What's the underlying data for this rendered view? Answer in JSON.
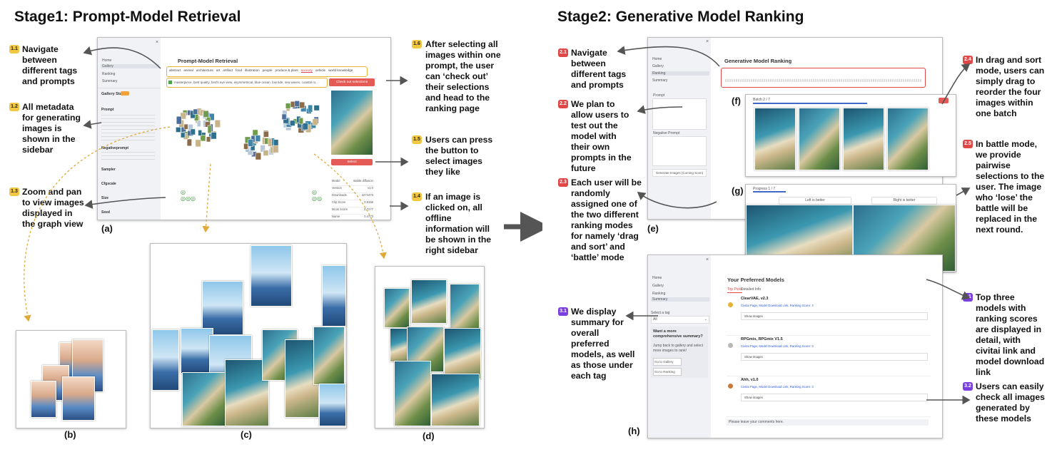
{
  "stage1": {
    "title": "Stage1: Prompt-Model Retrieval",
    "annotations": [
      {
        "id": "1.1",
        "text": "Navigate between different tags and prompts"
      },
      {
        "id": "1.2",
        "text": "All metadata for generating images is shown in the sidebar"
      },
      {
        "id": "1.3",
        "text": "Zoom and pan to view images displayed in the graph view"
      },
      {
        "id": "1.6",
        "text": "After selecting all images within one prompt, the user can ‘check out’ their selections and head to the ranking page"
      },
      {
        "id": "1.5",
        "text": "Users can press the button to select images they like"
      },
      {
        "id": "1.4",
        "text": "If an image is clicked on, all offline information will be shown in the right sidebar"
      }
    ],
    "captions": {
      "a": "(a)",
      "b": "(b)",
      "c": "(c)",
      "d": "(d)"
    },
    "ui": {
      "title": "Prompt-Model Retrieval",
      "nav": [
        "Home",
        "Gallery",
        "Ranking",
        "Summary"
      ],
      "tags": [
        "abstract",
        "animal",
        "architecture",
        "art",
        "artifact",
        "food",
        "illustration",
        "people",
        "produce & plant",
        "scenery",
        "vehicle",
        "world knowledge"
      ],
      "prompt_select": "masterpiece, best quality, bird's eye view, asymmetrical, blue ocean, low tide, sea waves, coastal ro...",
      "checkout": "Check out selections",
      "select": "Select",
      "sidebar_heading": "Gallery State",
      "sidebar_labels": [
        "Prompt",
        "Negativeprompt",
        "Sampler",
        "Cfgscale",
        "Size",
        "Seed"
      ],
      "info_labels": [
        "Model",
        "Version",
        "Downloads",
        "Clip Score",
        "Mcos Score",
        "Name"
      ],
      "info_values": [
        "stable diffusion v1.5",
        "v1.0",
        "2274473",
        "0.8156",
        "0.7277",
        "0.4773"
      ]
    }
  },
  "stage2": {
    "title": "Stage2:  Generative Model Ranking",
    "annotations": [
      {
        "id": "2.1",
        "text": "Navigate between different tags and prompts"
      },
      {
        "id": "2.2",
        "text": "We plan to allow users to test out the model with their own prompts in the future"
      },
      {
        "id": "2.3",
        "text": "Each user will be randomly assigned one of the two different ranking modes for  namely ‘drag and sort’ and ‘battle’ mode"
      },
      {
        "id": "2.4",
        "text": "In drag and sort mode, users can simply drag to reorder the four images within one batch"
      },
      {
        "id": "2.5",
        "text": "In battle mode, we provide pairwise selections to the user. The image who ‘lose’ the battle will be replaced in the next round."
      },
      {
        "id": "3.1",
        "text": "We display summary for overall preferred models, as well as those under each tag"
      },
      {
        "id": "3.1",
        "text": "Top three models with ranking scores are displayed in detail, with civitai link and model download link"
      },
      {
        "id": "3.2",
        "text": "Users can easily check all images generated by these models"
      }
    ],
    "captions": {
      "e": "(e)",
      "f": "(f)",
      "g": "(g)",
      "h": "(h)"
    },
    "ranking_ui": {
      "title": "Generative Model Ranking",
      "nav": [
        "Home",
        "Gallery",
        "Ranking",
        "Summary"
      ],
      "prompt_label": "Prompt",
      "neg_label": "Negative Prompt",
      "generate_btn": "Generate Images (Coming Soon)",
      "batch": "Batch 2 / 7",
      "progress": "Progress 1 / 7",
      "left_better": "Left is better",
      "right_better": "Right is better"
    },
    "summary_ui": {
      "title": "Your Preferred Models",
      "tabs": [
        "Top Picks",
        "Detailed Info"
      ],
      "nav": [
        "Home",
        "Gallery",
        "Ranking",
        "Summary"
      ],
      "tag_label": "Select a tag",
      "tag_value": "All",
      "promo_title": "Want a more comprehensive summary?",
      "promo_text": "Jump back to gallery and select more images to rank!",
      "gallery_btn": "Go to Gallery",
      "ranking_btn": "Go to Ranking",
      "models": [
        {
          "name": "ClearVAE, v2.3",
          "links": "Civitai Page, Model Download Link, Ranking Score: 4",
          "show": "Show images"
        },
        {
          "name": "RPGmix, RPGmix V1.5",
          "links": "Civitai Page, Model Download Link, Ranking Score: 3",
          "show": "Show images"
        },
        {
          "name": "Ahh, v1.0",
          "links": "Civitai Page, Model Download Link, Ranking Score: 3",
          "show": "Show images"
        }
      ],
      "comment_placeholder": "Please leave your comments here."
    }
  }
}
